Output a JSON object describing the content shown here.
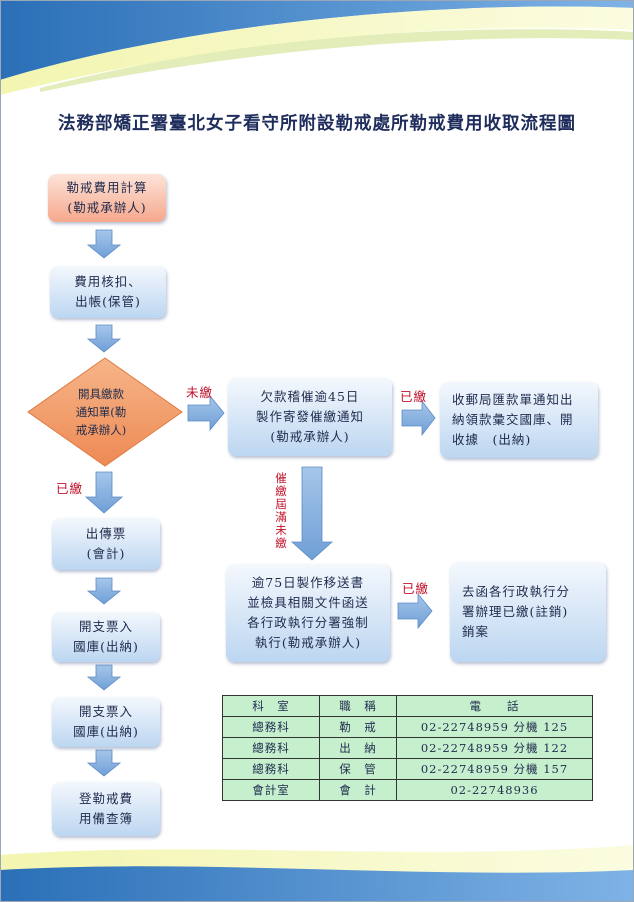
{
  "title": "法務部矯正署臺北女子看守所附設勒戒處所勒戒費用收取流程圖",
  "colors": {
    "box_blue": "#bcd6f1",
    "box_pink": "#f6a88c",
    "diamond": "#f2a070",
    "arrow": "#7fa7d8",
    "label_red": "#c0102a",
    "table_green": "#c6efce"
  },
  "steps": {
    "calc": "勒戒費用計算\n(勒戒承辦人)",
    "verify": "費用核扣、\n出帳(保管)",
    "notice": "開具繳款\n通知單(勒\n戒承辦人)",
    "invoice": "出傳票\n(會計)",
    "cheque": "開支票入\n國庫(出納)",
    "cheque2": "開支票入\n國庫(出納)",
    "register": "登勒戒費\n用備查簿",
    "overdue45": "欠款稽催逾45日\n製作寄發催繳通知\n(勒戒承辦人)",
    "postal": "收郵局匯款單通知出\n納領款彙交國庫、開\n收據　(出納)",
    "overdue75": "逾75日製作移送書\n並檢具相關文件函送\n各行政執行分署強制\n執行(勒戒承辦人)",
    "letter": "去函各行政執行分\n署辦理已繳(註銷)\n銷案"
  },
  "labels": {
    "unpaid": "未繳",
    "paid_main": "已繳",
    "paid_top": "已繳",
    "paid_bottom": "已繳",
    "remind": "催\n繳\n屆\n滿\n未\n繳"
  },
  "contacts": {
    "headers": [
      "科　室",
      "職　稱",
      "電　　話"
    ],
    "rows": [
      [
        "總務科",
        "勒　戒",
        "02-22748959 分機 125"
      ],
      [
        "總務科",
        "出　納",
        "02-22748959 分機 122"
      ],
      [
        "總務科",
        "保　管",
        "02-22748959 分機 157"
      ],
      [
        "會計室",
        "會　計",
        "02-22748936"
      ]
    ]
  }
}
